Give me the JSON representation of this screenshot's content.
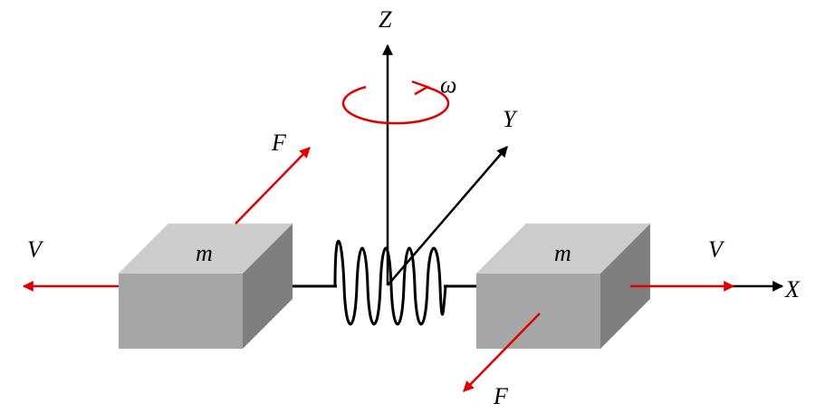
{
  "labels": {
    "z_axis": "Z",
    "y_axis": "Y",
    "x_axis": "X",
    "omega": "ω",
    "force_top": "F",
    "force_bottom": "F",
    "velocity_left": "V",
    "velocity_right": "V",
    "mass_left": "m",
    "mass_right": "m"
  },
  "colors": {
    "axis": "#000000",
    "vector": "#e00000",
    "block_top": "#cccccc",
    "block_front": "#a6a6a6",
    "block_side": "#7f7f7f"
  }
}
